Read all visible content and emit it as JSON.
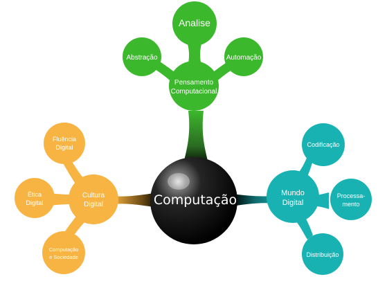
{
  "diagram": {
    "center": {
      "label": "Computação"
    },
    "branches": {
      "pensamento": {
        "label_line1": "Pensamento",
        "label_line2": "Computacional",
        "color": "#3cb82c",
        "children": {
          "analise": "Analise",
          "abstracao": "Abstração",
          "automacao": "Automação"
        }
      },
      "cultura": {
        "label_line1": "Cultura",
        "label_line2": "Digital",
        "color": "#f7b443",
        "children": {
          "fluencia_line1": "Fluência",
          "fluencia_line2": "Digital",
          "etica_line1": "Ética",
          "etica_line2": "Digital",
          "computacao_sociedade_line1": "Computação",
          "computacao_sociedade_line2": "e Sociedade"
        }
      },
      "mundo": {
        "label_line1": "Mundo",
        "label_line2": "Digital",
        "color": "#19b2b3",
        "children": {
          "codificacao": "Codificação",
          "processamento_line1": "Processa-",
          "processamento_line2": "mento",
          "distribuicao": "Distribuição"
        }
      }
    }
  }
}
